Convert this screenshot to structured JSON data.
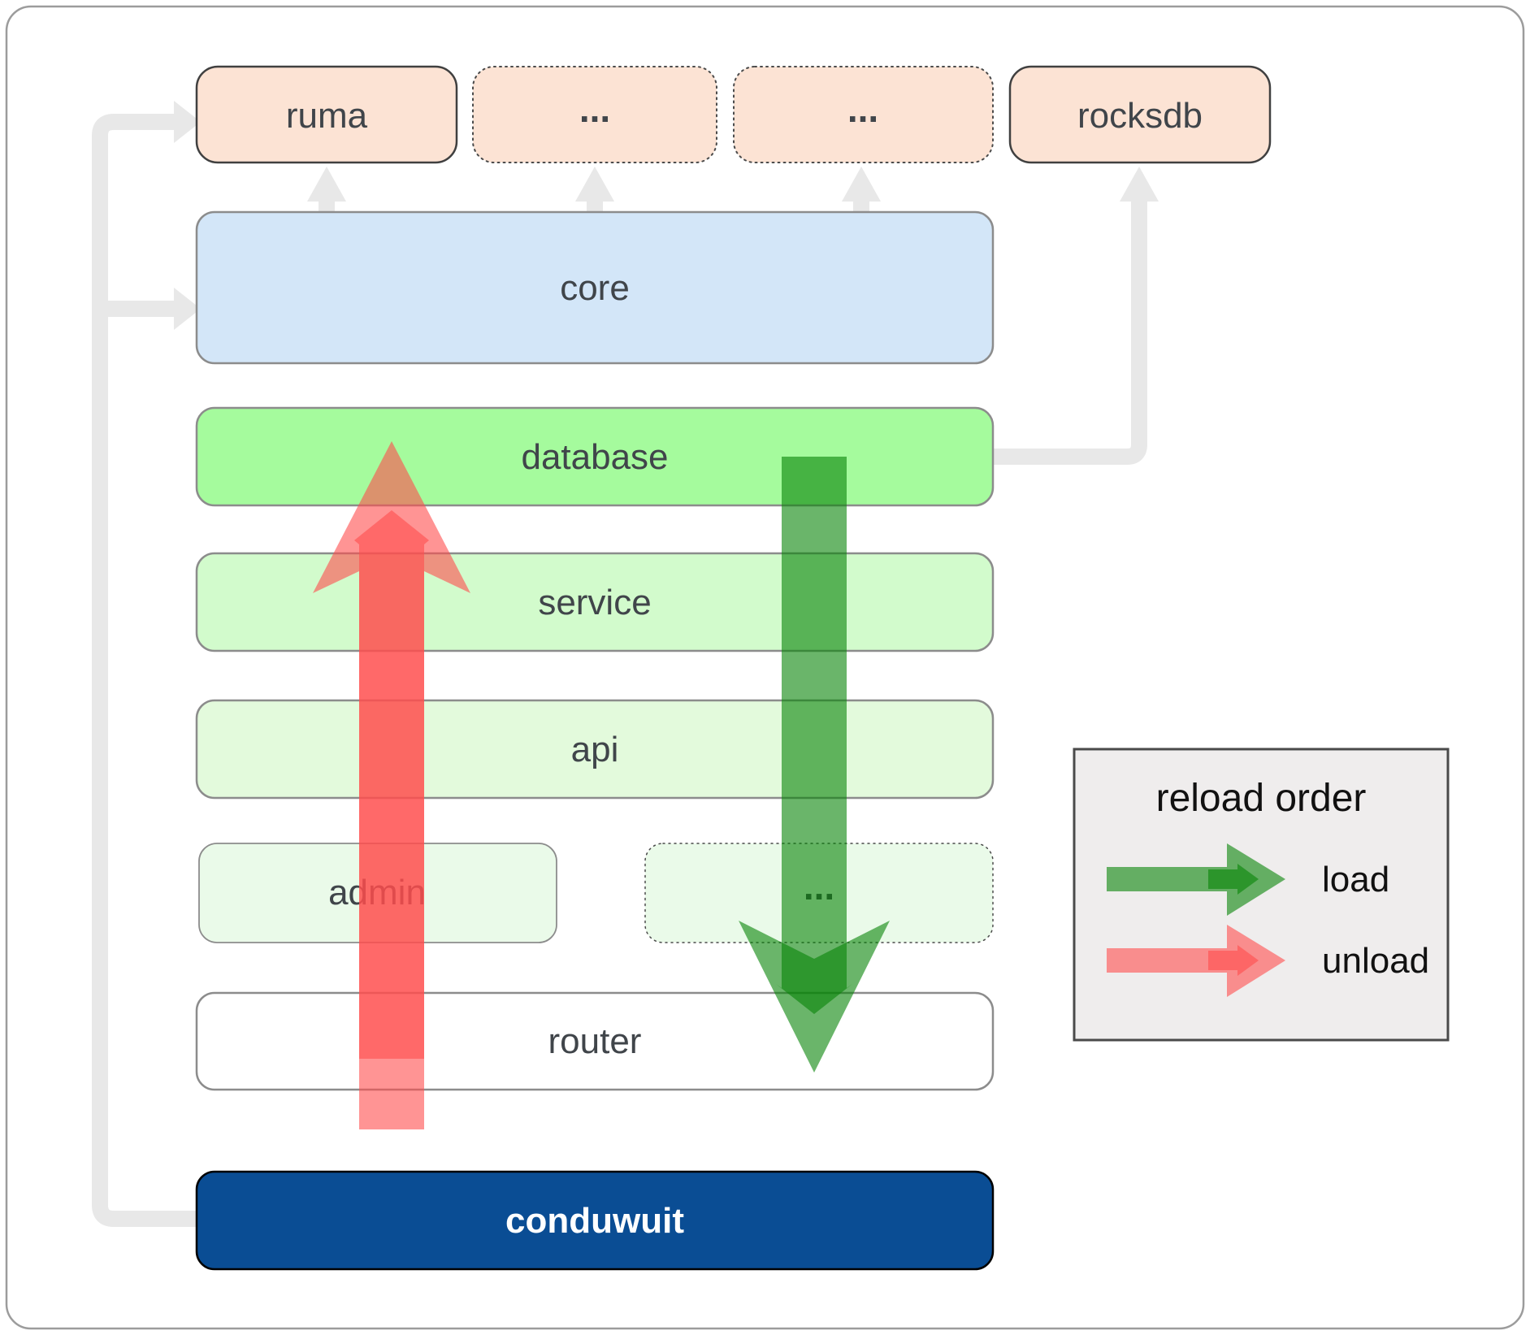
{
  "colors": {
    "canvas_border": "#9c9c9c",
    "connector_gray": "#e8e8e8",
    "peach": "#fce3d4",
    "core_blue": "#d3e6f8",
    "database_green": "#a5fb9d",
    "service_green": "#d2fbcc",
    "api_green": "#e3fadc",
    "admin_green": "#eafae9",
    "router_white": "#ffffff",
    "conduwuit_blue": "#0a4d94",
    "load_green": "#078407",
    "unload_red": "#ff4d4d",
    "label_dark": "#40454a",
    "label_light": "#ffffff",
    "border_gray": "#8c8c8c",
    "border_dark": "#404040",
    "border_dotted": "#4a4a4a",
    "legend_bg": "#efeded",
    "legend_border": "#4a4a4a"
  },
  "nodes": {
    "ruma": {
      "label": "ruma"
    },
    "dep_ellipsis_1": {
      "label": "..."
    },
    "dep_ellipsis_2": {
      "label": "..."
    },
    "rocksdb": {
      "label": "rocksdb"
    },
    "core": {
      "label": "core"
    },
    "database": {
      "label": "database"
    },
    "service": {
      "label": "service"
    },
    "api": {
      "label": "api"
    },
    "admin": {
      "label": "admin"
    },
    "service_ellipsis": {
      "label": "..."
    },
    "router": {
      "label": "router"
    },
    "conduwuit": {
      "label": "conduwuit"
    }
  },
  "legend": {
    "title": "reload order",
    "load_label": "load",
    "unload_label": "unload"
  }
}
